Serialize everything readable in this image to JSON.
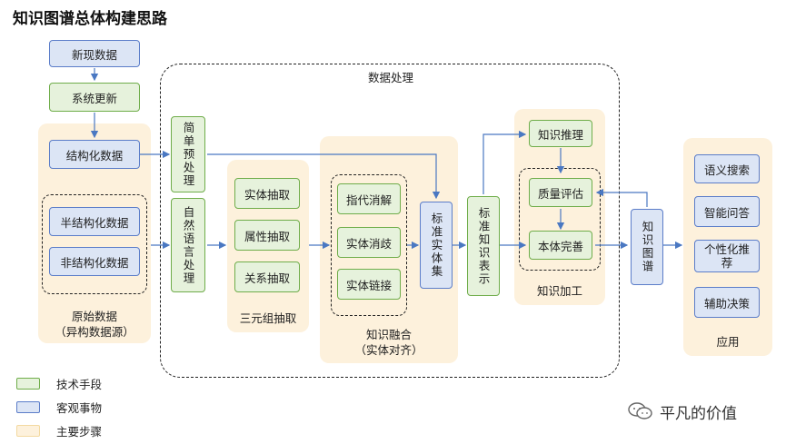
{
  "title": "知识图谱总体构建思路",
  "inputs": {
    "new_data": "新现数据",
    "system_update": "系统更新",
    "structured": "结构化数据",
    "semi_structured": "半结构化数据",
    "unstructured": "非结构化数据",
    "raw_label_line1": "原始数据",
    "raw_label_line2": "（异构数据源）"
  },
  "processing": {
    "title": "数据处理",
    "simple_preprocess": "简单预处理",
    "nlp_process": "自然语言处理",
    "triple": {
      "entity_extract": "实体抽取",
      "attribute_extract": "属性抽取",
      "relation_extract": "关系抽取",
      "label": "三元组抽取"
    },
    "fusion": {
      "coref": "指代消解",
      "disambig": "实体消歧",
      "linking": "实体链接",
      "label_line1": "知识融合",
      "label_line2": "（实体对齐）"
    },
    "standard_entity_set": "标准实体集"
  },
  "knowledge_repr": "标准知识表示",
  "processing_k": {
    "reasoning": "知识推理",
    "quality": "质量评估",
    "ontology": "本体完善",
    "label": "知识加工"
  },
  "kg": "知识图谱",
  "apps": {
    "items": [
      "语义搜索",
      "智能问答",
      "个性化推荐",
      "辅助决策"
    ],
    "label": "应用"
  },
  "legend": {
    "tech": "技术手段",
    "objective": "客观事物",
    "steps": "主要步骤"
  },
  "watermark": "平凡的价值",
  "colors": {
    "blue_fill": "#dce5f5",
    "blue_border": "#5b7dc9",
    "green_fill": "#e6f2dc",
    "green_border": "#6fad4a",
    "step_fill": "#fdf1dc",
    "arrow": "#4a78c2"
  }
}
